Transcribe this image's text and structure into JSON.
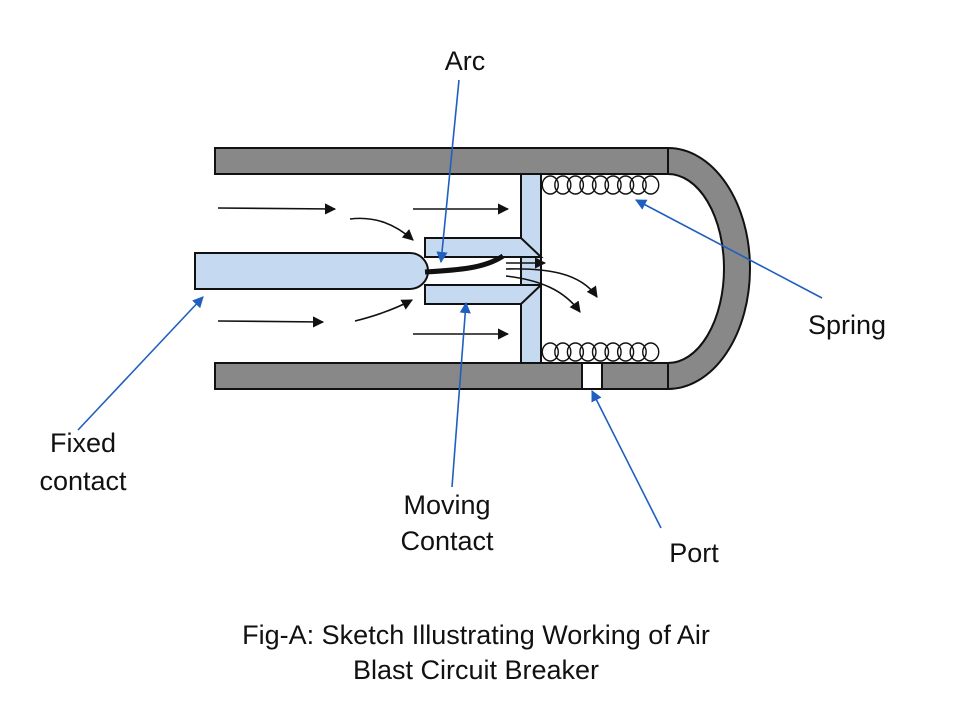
{
  "labels": {
    "arc": "Arc",
    "spring": "Spring",
    "fixed_contact_line1": "Fixed",
    "fixed_contact_line2": "contact",
    "moving_contact_line1": "Moving",
    "moving_contact_line2": "Contact",
    "port": "Port"
  },
  "caption": {
    "line1": "Fig-A: Sketch Illustrating Working of Air",
    "line2": "Blast Circuit Breaker"
  },
  "colors": {
    "wall": "#888888",
    "contact_fill": "#c5daf0",
    "leader": "#1f5fbf",
    "outline": "#111111"
  }
}
